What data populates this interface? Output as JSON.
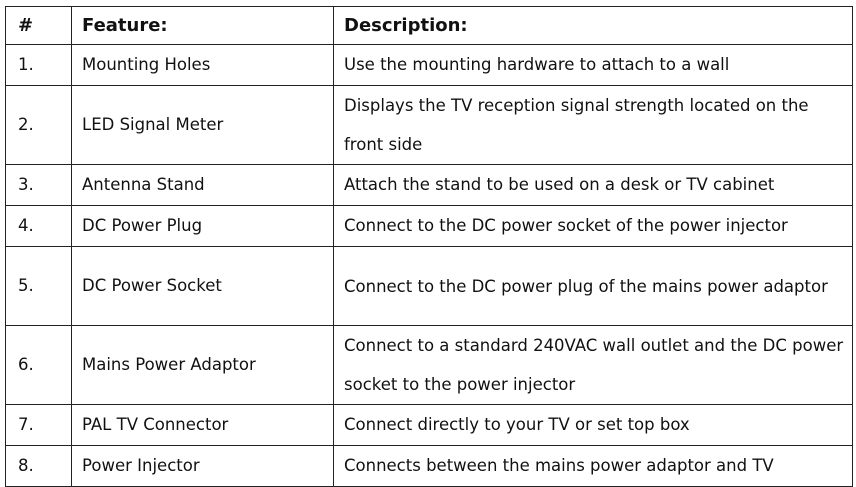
{
  "table": {
    "headers": [
      "#",
      "Feature:",
      "Description:"
    ],
    "rows": [
      {
        "num": "1.",
        "feature": "Mounting Holes",
        "description": "Use the mounting hardware to attach to a wall"
      },
      {
        "num": "2.",
        "feature": "LED Signal Meter",
        "description": "Displays the TV reception signal strength located on the front side"
      },
      {
        "num": "3.",
        "feature": "Antenna Stand",
        "description": "Attach the stand to be used on a desk or TV cabinet"
      },
      {
        "num": "4.",
        "feature": "DC Power Plug",
        "description": "Connect to the DC power socket of the power injector"
      },
      {
        "num": "5.",
        "feature": "DC Power Socket",
        "description": "Connect to the DC power plug of the mains power adaptor"
      },
      {
        "num": "6.",
        "feature": "Mains Power Adaptor",
        "description": "Connect to a standard 240VAC wall outlet and the DC power socket to the power injector"
      },
      {
        "num": "7.",
        "feature": "PAL TV Connector",
        "description": "Connect directly to your TV or set top box"
      },
      {
        "num": "8.",
        "feature": "Power Injector",
        "description": "Connects between the mains power adaptor and TV"
      }
    ]
  }
}
